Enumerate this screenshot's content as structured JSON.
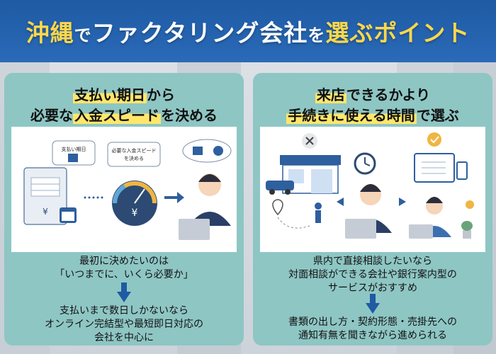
{
  "header": {
    "part1": "沖縄",
    "part2": "で",
    "part3": "ファクタリング会社",
    "part4": "を",
    "part5": "選ぶポイント"
  },
  "left_card": {
    "title_line1_mark": "支払い期日",
    "title_line1_rest": "から",
    "title_line2_pre": "必要な",
    "title_line2_mark": "入金スピード",
    "title_line2_rest": "を決める",
    "illus": {
      "bubble1": "支払い期日",
      "bubble2_line1": "必要な入金スピード",
      "bubble2_line2": "を決める",
      "yen": "¥"
    },
    "text_top": [
      "最初に決めたいのは",
      "「いつまでに、いくら必要か」"
    ],
    "text_bottom": [
      "支払いまで数日しかないなら",
      "オンライン完結型や最短即日対応の",
      "会社を中心に"
    ]
  },
  "right_card": {
    "title_line1_mark": "来店",
    "title_line1_rest": "できるかより",
    "title_line2_mark": "手続きに使える時間",
    "title_line2_rest": "で選ぶ",
    "text_top": [
      "県内で直接相談したいなら",
      "対面相談ができる会社や銀行案内型の",
      "サービスがおすすめ"
    ],
    "text_bottom": [
      "書類の出し方・契約形態・売掛先への",
      "通知有無を聞きながら進められる"
    ]
  },
  "colors": {
    "header_bg": "#1f5aa3",
    "header_accent": "#ffd84a",
    "card_bg": "#8ec6c4",
    "marker": "#ffe66b",
    "arrow": "#1f5aa3"
  }
}
